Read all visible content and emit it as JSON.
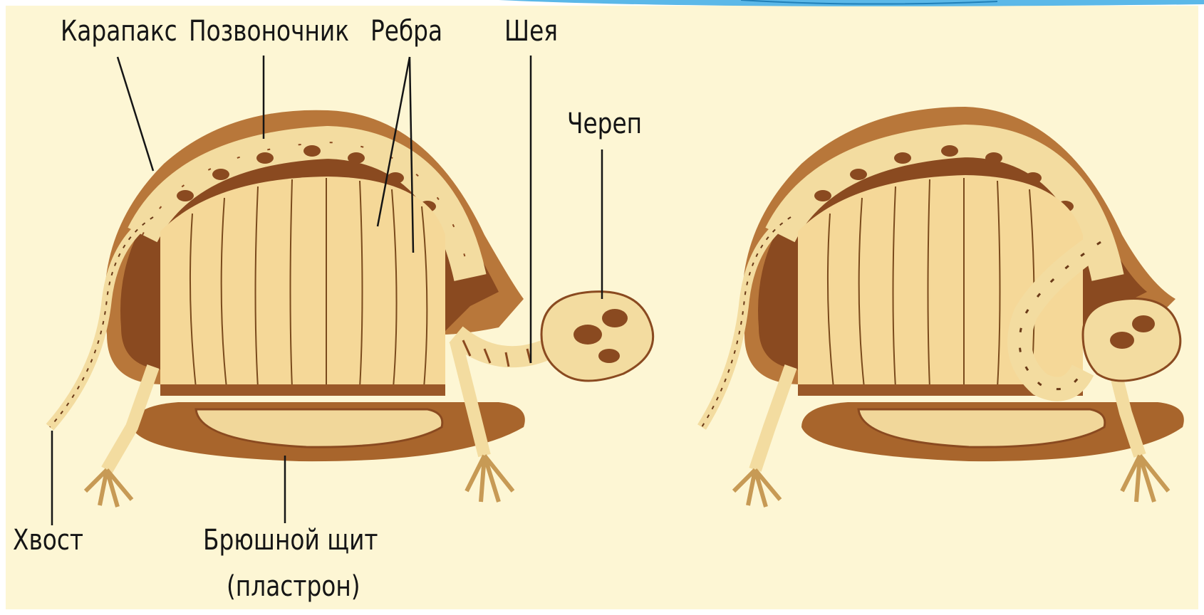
{
  "diagram": {
    "labels": {
      "carapace": "Карапакс",
      "spine": "Позвоночник",
      "ribs": "Ребра",
      "neck": "Шея",
      "skull": "Череп",
      "tail": "Хвост",
      "plastron_line1": "Брюшной щит",
      "plastron_line2": "(пластрон)"
    }
  },
  "colors": {
    "background": "#fdf6d4",
    "shell_outer": "#b8773a",
    "shell_dark": "#8a4a20",
    "bone": "#f3dca0",
    "inner_cavity": "#f5d898",
    "accent": "#5bb8e8"
  }
}
